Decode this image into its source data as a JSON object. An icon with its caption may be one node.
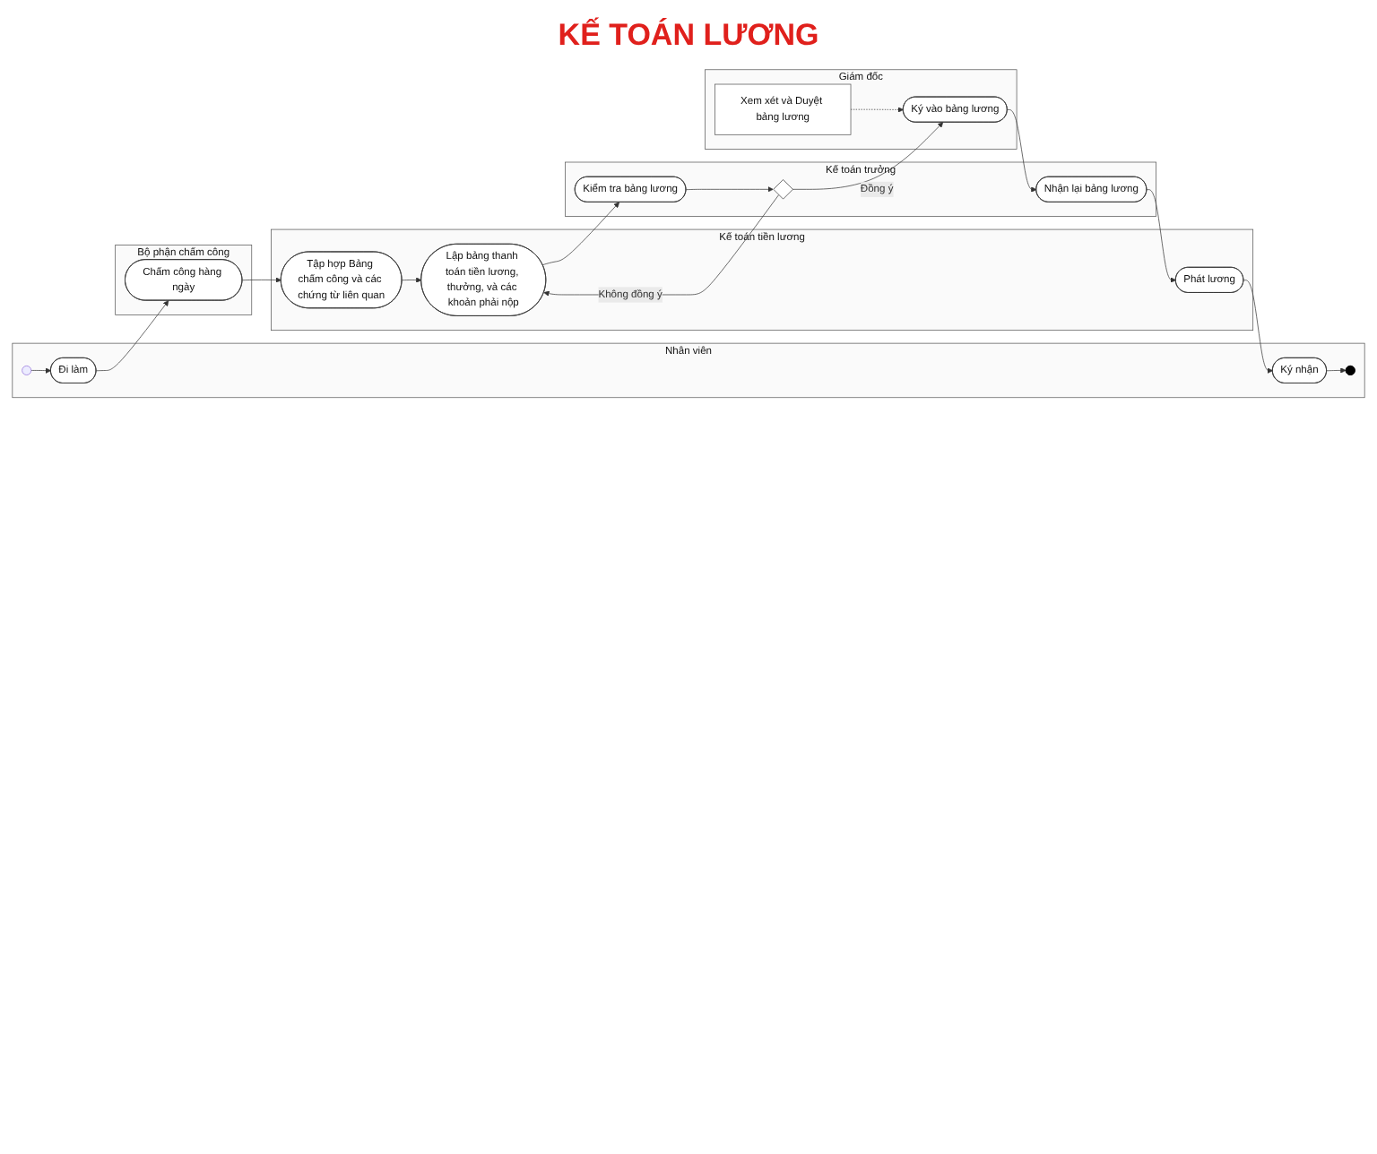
{
  "diagram": {
    "title": "KẾ TOÁN LƯƠNG",
    "nodes": [
      {
        "text": [
          "Nhân viên"
        ]
      },
      {
        "text": [],
        "shape": "circle",
        "in": 0
      },
      {
        "text": [
          "Đi làm"
        ],
        "in": 0
      },
      {
        "text": [
          "Ký nhận"
        ],
        "in": 0
      },
      {
        "text": [],
        "shape": "circle",
        "in": 0
      },
      {
        "text": [
          "Bộ phận chấm công"
        ]
      },
      {
        "text": [
          "Chấm công hàng ngày"
        ],
        "in": 5
      },
      {
        "text": [
          "Kế toán tiền lương"
        ]
      },
      {
        "text": [
          "Tập hợp Bảng chấm công và các chứng từ liên quan"
        ],
        "in": 7
      },
      {
        "text": [
          "Lập bảng thanh toán tiền lương, thưởng, và các khoản phải nộp"
        ],
        "in": 7
      },
      {
        "text": [
          "Phát lương"
        ],
        "in": 7
      },
      {
        "text": [
          "Kế toán trưởng"
        ]
      },
      {
        "text": [
          "Kiểm tra bảng lương"
        ],
        "in": 11
      },
      {
        "text": [],
        "shape": "diamond",
        "in": 11
      },
      {
        "text": [
          "Nhận lại bảng lương"
        ],
        "in": 11
      },
      {
        "text": [
          "Giám đốc"
        ]
      },
      {
        "text": [
          "Xem xét và Duyệt bảng lương"
        ],
        "in": 15
      },
      {
        "text": [
          "Ký vào bảng lương"
        ],
        "in": 15
      }
    ],
    "edges": [
      {
        "from": 1,
        "to": 2,
        "arrow": "to"
      },
      {
        "from": 2,
        "to": 6,
        "arrow": "to"
      },
      {
        "from": 6,
        "to": 8,
        "arrow": "to"
      },
      {
        "from": 8,
        "to": 9,
        "arrow": "to"
      },
      {
        "from": 9,
        "to": 12,
        "arrow": "to"
      },
      {
        "from": 12,
        "to": 13,
        "arrow": "to"
      },
      {
        "from": 13,
        "to": 17,
        "arrow": "to",
        "label": "Đồng ý"
      },
      {
        "from": 13,
        "to": 9,
        "arrow": "to",
        "label": "Không đồng ý"
      },
      {
        "from": 16,
        "to": 17,
        "arrow": "to",
        "style": "dashed"
      },
      {
        "from": 17,
        "to": 14,
        "arrow": "to"
      },
      {
        "from": 14,
        "to": 10,
        "arrow": "to"
      },
      {
        "from": 10,
        "to": 3,
        "arrow": "to"
      },
      {
        "from": 3,
        "to": 4,
        "arrow": "to"
      }
    ]
  }
}
